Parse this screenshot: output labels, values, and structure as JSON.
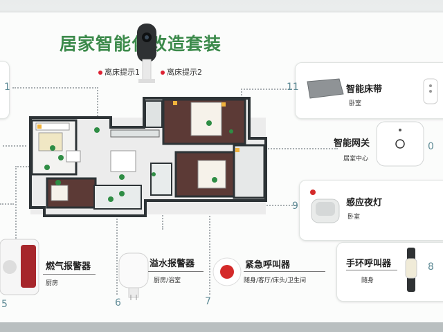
{
  "board": {
    "title": "居家智能化改造套装",
    "tips": [
      "离床提示1",
      "离床提示2"
    ]
  },
  "devices": [
    {
      "number": "11",
      "name": "智能床带",
      "location": "卧室"
    },
    {
      "number": "0",
      "name": "智能网关",
      "location": "居室中心"
    },
    {
      "number": "9",
      "name": "感应夜灯",
      "location": "卧室"
    },
    {
      "number": "8",
      "name": "手环呼叫器",
      "location": "随身"
    },
    {
      "number": "7",
      "name": "紧急呼叫器",
      "location": "随身/客厅/床头/卫生间"
    },
    {
      "number": "6",
      "name": "溢水报警器",
      "location": "厨房/浴室"
    },
    {
      "number": "5",
      "name": "燃气报警器",
      "location": "厨房"
    },
    {
      "number": "1",
      "name": "",
      "location": ""
    }
  ],
  "colors": {
    "title": "#3c8a4b",
    "numbers": "#5e8a95",
    "alert_red": "#d42a2a"
  },
  "icons": [
    "camera-icon",
    "bed-belt-icon",
    "gateway-icon",
    "night-light-icon",
    "wristband-icon",
    "sos-button-icon",
    "water-alarm-icon",
    "gas-alarm-icon"
  ]
}
